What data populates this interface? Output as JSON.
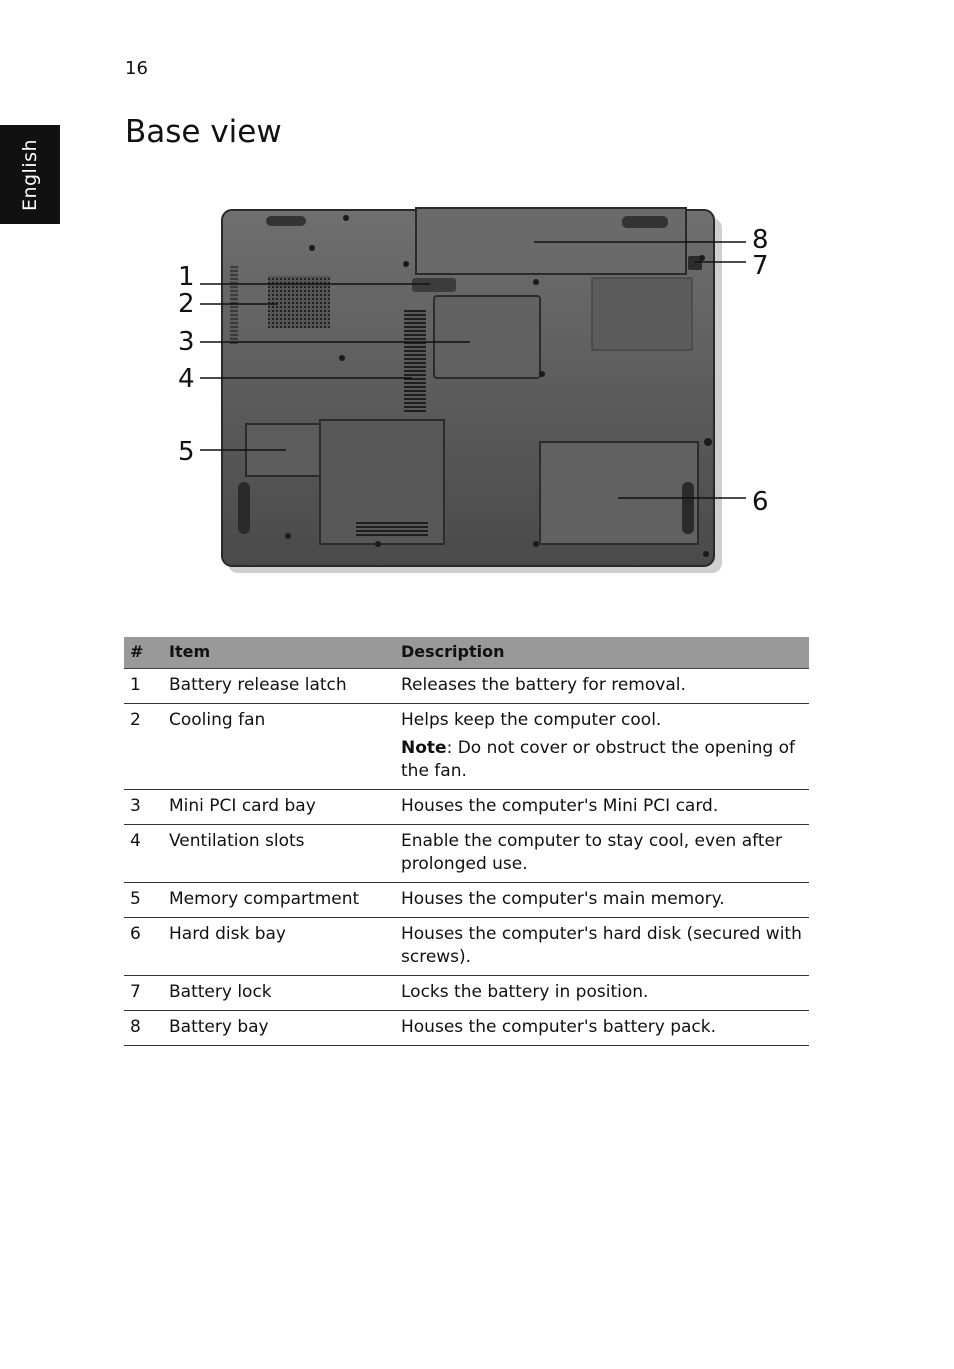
{
  "page_number": "16",
  "side_tab": "English",
  "title": "Base view",
  "figure": {
    "callouts": [
      "1",
      "2",
      "3",
      "4",
      "5",
      "6",
      "7",
      "8"
    ]
  },
  "table": {
    "headers": [
      "#",
      "Item",
      "Description"
    ],
    "rows": [
      {
        "num": "1",
        "item": "Battery release latch",
        "desc": "Releases the battery for removal."
      },
      {
        "num": "2",
        "item": "Cooling fan",
        "desc": "Helps keep the computer cool.",
        "note_label": "Note",
        "note_text": ": Do not cover or obstruct the opening of the fan."
      },
      {
        "num": "3",
        "item": "Mini PCI card bay",
        "desc": "Houses the computer's Mini PCI card."
      },
      {
        "num": "4",
        "item": "Ventilation slots",
        "desc": "Enable the computer to stay cool, even after prolonged use."
      },
      {
        "num": "5",
        "item": "Memory compartment",
        "desc": "Houses the computer's main memory."
      },
      {
        "num": "6",
        "item": "Hard disk bay",
        "desc": "Houses the computer's hard disk (secured with screws)."
      },
      {
        "num": "7",
        "item": "Battery lock",
        "desc": "Locks the battery in position."
      },
      {
        "num": "8",
        "item": "Battery bay",
        "desc": "Houses the computer's battery pack."
      }
    ]
  }
}
